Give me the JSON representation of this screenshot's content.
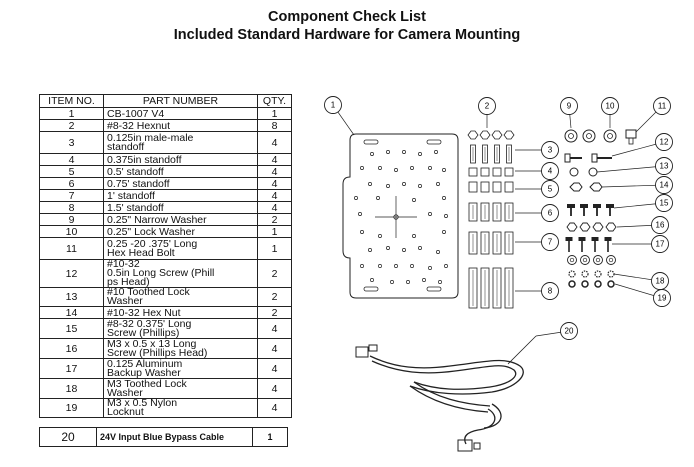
{
  "title": {
    "line1": "Component Check List",
    "line2": "Included Standard Hardware for Camera Mounting"
  },
  "table": {
    "headers": {
      "item": "ITEM NO.",
      "part": "PART NUMBER",
      "qty": "QTY."
    },
    "rows": [
      {
        "item": "1",
        "part": "CB-1007 V4",
        "qty": "1"
      },
      {
        "item": "2",
        "part": "#8-32 Hexnut",
        "qty": "8"
      },
      {
        "item": "3",
        "part": "0.125in male-male\nstandoff",
        "qty": "4"
      },
      {
        "item": "4",
        "part": "0.375in standoff",
        "qty": "4"
      },
      {
        "item": "5",
        "part": "0.5' standoff",
        "qty": "4"
      },
      {
        "item": "6",
        "part": "0.75' standoff",
        "qty": "4"
      },
      {
        "item": "7",
        "part": "1' standoff",
        "qty": "4"
      },
      {
        "item": "8",
        "part": "1.5' standoff",
        "qty": "4"
      },
      {
        "item": "9",
        "part": "0.25\" Narrow Washer",
        "qty": "2"
      },
      {
        "item": "10",
        "part": "0.25\" Lock Washer",
        "qty": "1"
      },
      {
        "item": "11",
        "part": "0.25 -20 .375' Long\nHex Head Bolt",
        "qty": "1"
      },
      {
        "item": "12",
        "part": "#10-32\n0.5in Long Screw (Phill\nps Head)",
        "qty": "2"
      },
      {
        "item": "13",
        "part": "#10 Toothed Lock\nWasher",
        "qty": "2"
      },
      {
        "item": "14",
        "part": "#10-32 Hex Nut",
        "qty": "2"
      },
      {
        "item": "15",
        "part": "#8-32 0.375' Long\nScrew (Phillips)",
        "qty": "4"
      },
      {
        "item": "16",
        "part": "M3 x 0.5 x 13 Long\nScrew (Phillips Head)",
        "qty": "4"
      },
      {
        "item": "17",
        "part": "0.125 Aluminum\nBackup Washer",
        "qty": "4"
      },
      {
        "item": "18",
        "part": "M3 Toothed Lock\nWasher",
        "qty": "4"
      },
      {
        "item": "19",
        "part": "M3 x 0.5 Nylon\nLocknut",
        "qty": "4"
      }
    ]
  },
  "extra_row": {
    "item": "20",
    "part": "24V Input Blue Bypass Cable",
    "qty": "1"
  },
  "callouts": [
    "1",
    "2",
    "3",
    "4",
    "5",
    "6",
    "7",
    "8",
    "9",
    "10",
    "11",
    "12",
    "13",
    "14",
    "15",
    "16",
    "17",
    "18",
    "19",
    "20"
  ]
}
